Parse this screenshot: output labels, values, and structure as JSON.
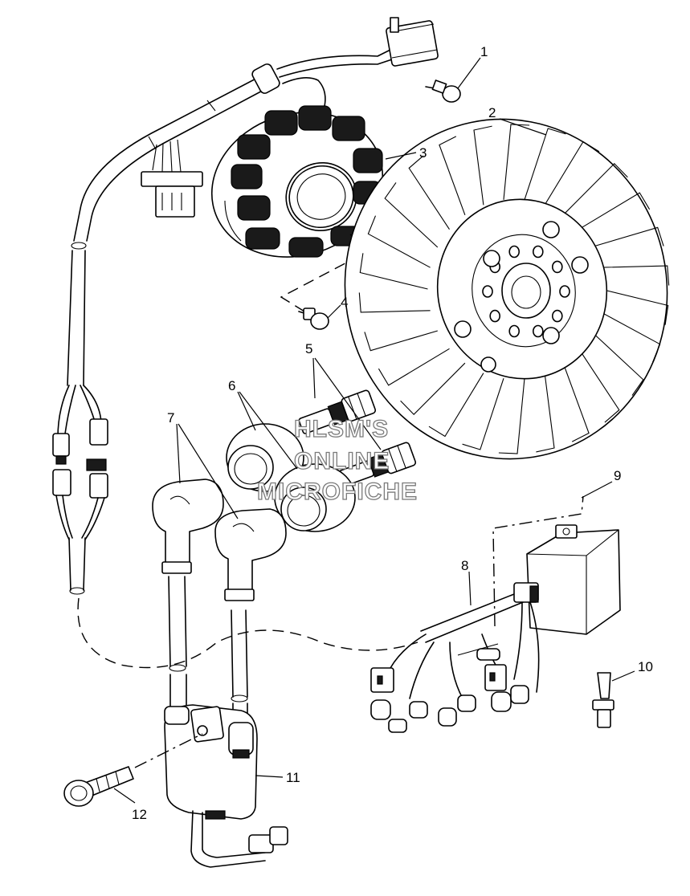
{
  "callouts": [
    {
      "id": "1",
      "text": "1"
    },
    {
      "id": "2",
      "text": "2"
    },
    {
      "id": "3",
      "text": "3"
    },
    {
      "id": "4",
      "text": "4"
    },
    {
      "id": "5",
      "text": "5"
    },
    {
      "id": "6",
      "text": "6"
    },
    {
      "id": "7",
      "text": "7"
    },
    {
      "id": "8",
      "text": "8"
    },
    {
      "id": "9",
      "text": "9"
    },
    {
      "id": "10",
      "text": "10"
    },
    {
      "id": "11",
      "text": "11"
    },
    {
      "id": "12",
      "text": "12"
    }
  ],
  "watermark": {
    "line1": "HLSM'S",
    "line2": "ONLINE",
    "line3": "MICROFICHE"
  }
}
